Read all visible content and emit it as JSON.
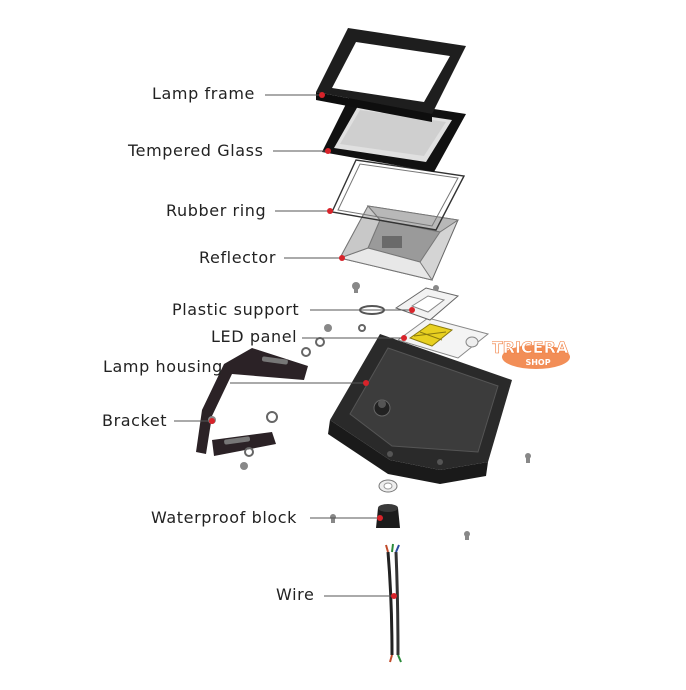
{
  "labels": {
    "lamp_frame": "Lamp frame",
    "tempered_glass": "Tempered Glass",
    "rubber_ring": "Rubber ring",
    "reflector": "Reflector",
    "plastic_support": "Plastic support",
    "led_panel": "LED panel",
    "lamp_housing": "Lamp housing",
    "bracket": "Bracket",
    "waterproof_block": "Waterproof block",
    "wire": "Wire"
  },
  "watermark": {
    "line1": "TRICERA",
    "line2": "SHOP"
  },
  "colors": {
    "marker": "#d8232a",
    "leader": "#555555",
    "frame": "#1e1e1e",
    "watermark": "#f07a3a",
    "housing": "#2a2a2a",
    "led": "#e8d020"
  }
}
